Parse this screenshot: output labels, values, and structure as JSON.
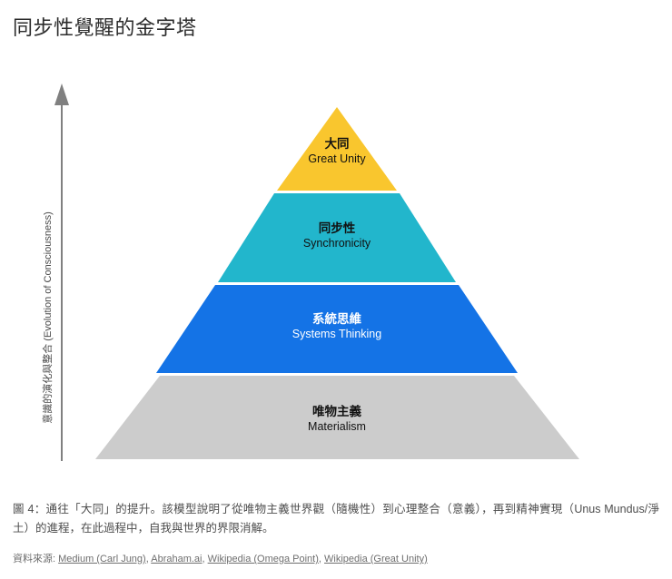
{
  "title": "同步性覺醒的金字塔",
  "axis": {
    "label": "意識的演化與整合 (Evolution of Consciousness)",
    "arrow_direction": "up",
    "color": "#808080"
  },
  "chart_data": {
    "type": "pyramid",
    "title": "同步性覺醒的金字塔",
    "ylabel": "意識的演化與整合 (Evolution of Consciousness)",
    "xlabel": "",
    "grid": false,
    "legend": "none",
    "orientation": "apex-up",
    "levels": [
      {
        "rank": 1,
        "position": "top",
        "label_cn": "大同",
        "label_en": "Great Unity",
        "color": "#F9C62E",
        "text_color": "#111111"
      },
      {
        "rank": 2,
        "position": "upper-middle",
        "label_cn": "同步性",
        "label_en": "Synchronicity",
        "color": "#22B6CC",
        "text_color": "#111111"
      },
      {
        "rank": 3,
        "position": "lower-middle",
        "label_cn": "系統思維",
        "label_en": "Systems Thinking",
        "color": "#1473E6",
        "text_color": "#FFFFFF"
      },
      {
        "rank": 4,
        "position": "base",
        "label_cn": "唯物主義",
        "label_en": "Materialism",
        "color": "#CCCCCC",
        "text_color": "#111111"
      }
    ]
  },
  "caption": "圖 4：通往「大同」的提升。該模型說明了從唯物主義世界觀（隨機性）到心理整合（意義），再到精神實現（Unus Mundus/淨土）的進程，在此過程中，自我與世界的界限消解。",
  "sources": {
    "prefix": "資料來源:",
    "items": [
      "Medium (Carl Jung)",
      "Abraham.ai",
      "Wikipedia (Omega Point)",
      "Wikipedia (Great Unity)"
    ],
    "separator": ", "
  }
}
